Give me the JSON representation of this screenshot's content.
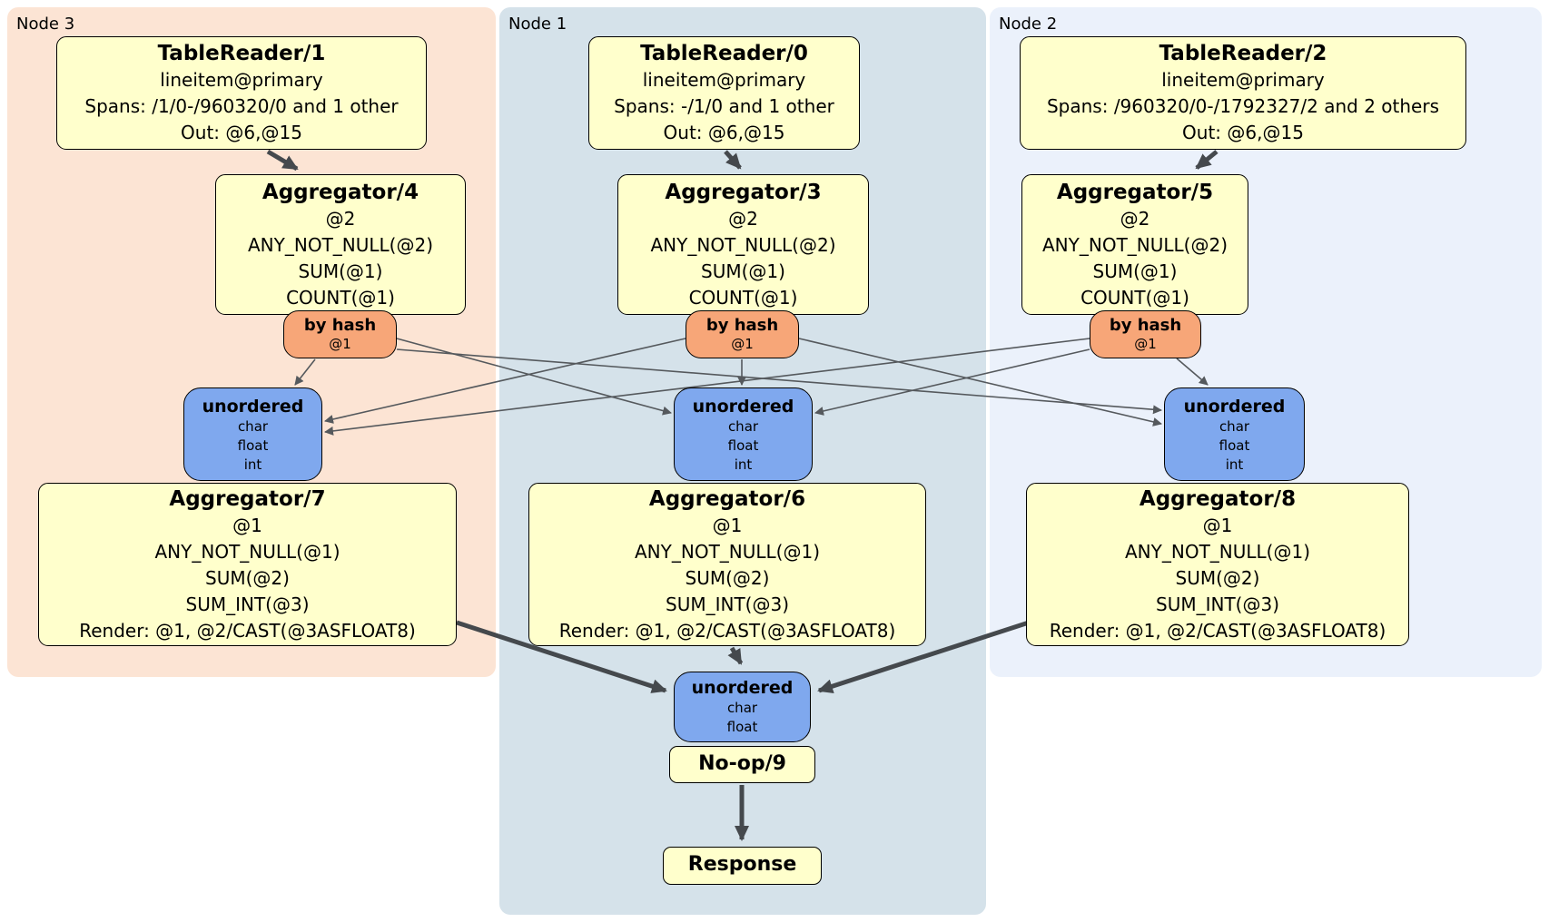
{
  "colors": {
    "node3_bg": "#fce4d4",
    "node1_bg": "#d5e2ea",
    "node2_bg": "#ebf1fb",
    "processor_bg": "#ffffcc",
    "router_bg": "#f7a678",
    "sync_bg": "#7fa8ee",
    "thick_edge": "#45494d",
    "thin_edge": "#55595d"
  },
  "nodes": {
    "node3": {
      "label": "Node 3",
      "tablereader": {
        "title": "TableReader/1",
        "lines": [
          "lineitem@primary",
          "Spans: /1/0-/960320/0 and 1 other",
          "Out: @6,@15"
        ]
      },
      "aggregator_top": {
        "title": "Aggregator/4",
        "lines": [
          "@2",
          "ANY_NOT_NULL(@2)",
          "SUM(@1)",
          "COUNT(@1)"
        ]
      },
      "router": {
        "title": "by hash",
        "lines": [
          "@1"
        ]
      },
      "sync": {
        "title": "unordered",
        "lines": [
          "char",
          "float",
          "int"
        ]
      },
      "aggregator_bottom": {
        "title": "Aggregator/7",
        "lines": [
          "@1",
          "ANY_NOT_NULL(@1)",
          "SUM(@2)",
          "SUM_INT(@3)",
          "Render: @1, @2/CAST(@3ASFLOAT8)"
        ]
      }
    },
    "node1": {
      "label": "Node 1",
      "tablereader": {
        "title": "TableReader/0",
        "lines": [
          "lineitem@primary",
          "Spans: -/1/0 and 1 other",
          "Out: @6,@15"
        ]
      },
      "aggregator_top": {
        "title": "Aggregator/3",
        "lines": [
          "@2",
          "ANY_NOT_NULL(@2)",
          "SUM(@1)",
          "COUNT(@1)"
        ]
      },
      "router": {
        "title": "by hash",
        "lines": [
          "@1"
        ]
      },
      "sync": {
        "title": "unordered",
        "lines": [
          "char",
          "float",
          "int"
        ]
      },
      "aggregator_bottom": {
        "title": "Aggregator/6",
        "lines": [
          "@1",
          "ANY_NOT_NULL(@1)",
          "SUM(@2)",
          "SUM_INT(@3)",
          "Render: @1, @2/CAST(@3ASFLOAT8)"
        ]
      },
      "final_sync": {
        "title": "unordered",
        "lines": [
          "char",
          "float"
        ]
      },
      "noop": {
        "title": "No-op/9"
      },
      "response": {
        "title": "Response"
      }
    },
    "node2": {
      "label": "Node 2",
      "tablereader": {
        "title": "TableReader/2",
        "lines": [
          "lineitem@primary",
          "Spans: /960320/0-/1792327/2 and 2 others",
          "Out: @6,@15"
        ]
      },
      "aggregator_top": {
        "title": "Aggregator/5",
        "lines": [
          "@2",
          "ANY_NOT_NULL(@2)",
          "SUM(@1)",
          "COUNT(@1)"
        ]
      },
      "router": {
        "title": "by hash",
        "lines": [
          "@1"
        ]
      },
      "sync": {
        "title": "unordered",
        "lines": [
          "char",
          "float",
          "int"
        ]
      },
      "aggregator_bottom": {
        "title": "Aggregator/8",
        "lines": [
          "@1",
          "ANY_NOT_NULL(@1)",
          "SUM(@2)",
          "SUM_INT(@3)",
          "Render: @1, @2/CAST(@3ASFLOAT8)"
        ]
      }
    }
  }
}
